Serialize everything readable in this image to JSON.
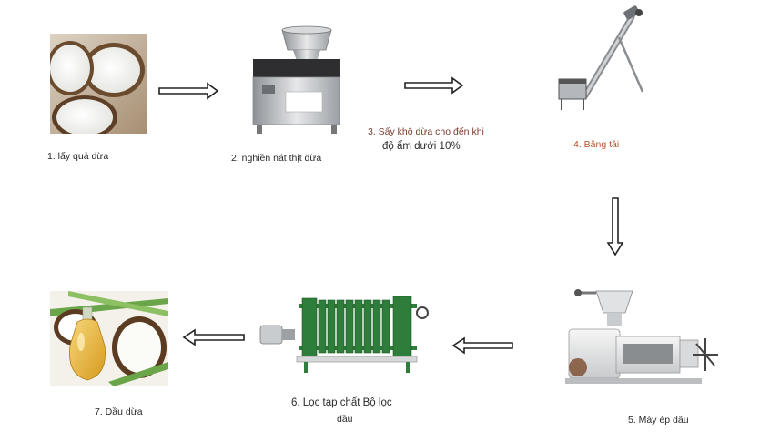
{
  "steps": [
    {
      "id": 1,
      "label": "1. lấy quả dừa"
    },
    {
      "id": 2,
      "label": "2. nghiền nát thịt dừa"
    },
    {
      "id": 3,
      "label_line1": "3. Sấy khô dừa cho đến khi",
      "label_line2": "độ ẩm dưới 10%"
    },
    {
      "id": 4,
      "label": "4. Băng tải"
    },
    {
      "id": 5,
      "label": "5. Máy ép dầu"
    },
    {
      "id": 6,
      "label_line1": "6. Lọc tạp chất Bộ lọc",
      "label_line2": "dầu"
    },
    {
      "id": 7,
      "label": "7. Dầu dừa"
    }
  ],
  "colors": {
    "arrow": "#222222",
    "step4_label": "#b5542a",
    "filter_green": "#2f7d3a",
    "steel": "#b9bcc0",
    "oil": "#e8b93a"
  },
  "icons": {
    "step1": "coconut-halves-photo",
    "step2": "grinder-machine-icon",
    "step4": "screw-conveyor-icon",
    "step5": "oil-press-machine-icon",
    "step6": "filter-press-icon",
    "step7": "coconut-oil-jar-photo"
  }
}
